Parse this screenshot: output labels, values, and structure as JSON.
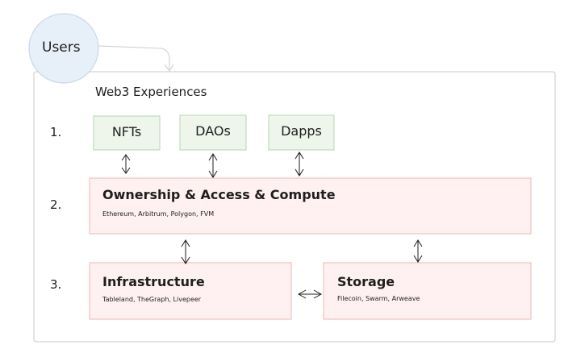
{
  "diagram": {
    "users": "Users",
    "frame_title": "Web3 Experiences",
    "steps": [
      "1.",
      "2.",
      "3."
    ],
    "apps": [
      {
        "label": "NFTs"
      },
      {
        "label": "DAOs"
      },
      {
        "label": "Dapps"
      }
    ],
    "ownership": {
      "title": "Ownership & Access & Compute",
      "subtitle": "Ethereum, Arbitrum, Polygon, FVM"
    },
    "infrastructure": {
      "title": "Infrastructure",
      "subtitle": "Tableland, TheGraph, Livepeer"
    },
    "storage": {
      "title": "Storage",
      "subtitle": "Filecoin, Swarm, Arweave"
    },
    "colors": {
      "stroke": "#1e1e1e",
      "frame_stroke": "#c8c8c8",
      "users_fill": "#e7f0f8",
      "users_stroke": "#c9d8e6",
      "app_fill": "#eef6ec",
      "app_stroke": "#b7d6b0",
      "layer_fill": "#fff1f1",
      "layer_stroke": "#f2b3b3"
    }
  }
}
